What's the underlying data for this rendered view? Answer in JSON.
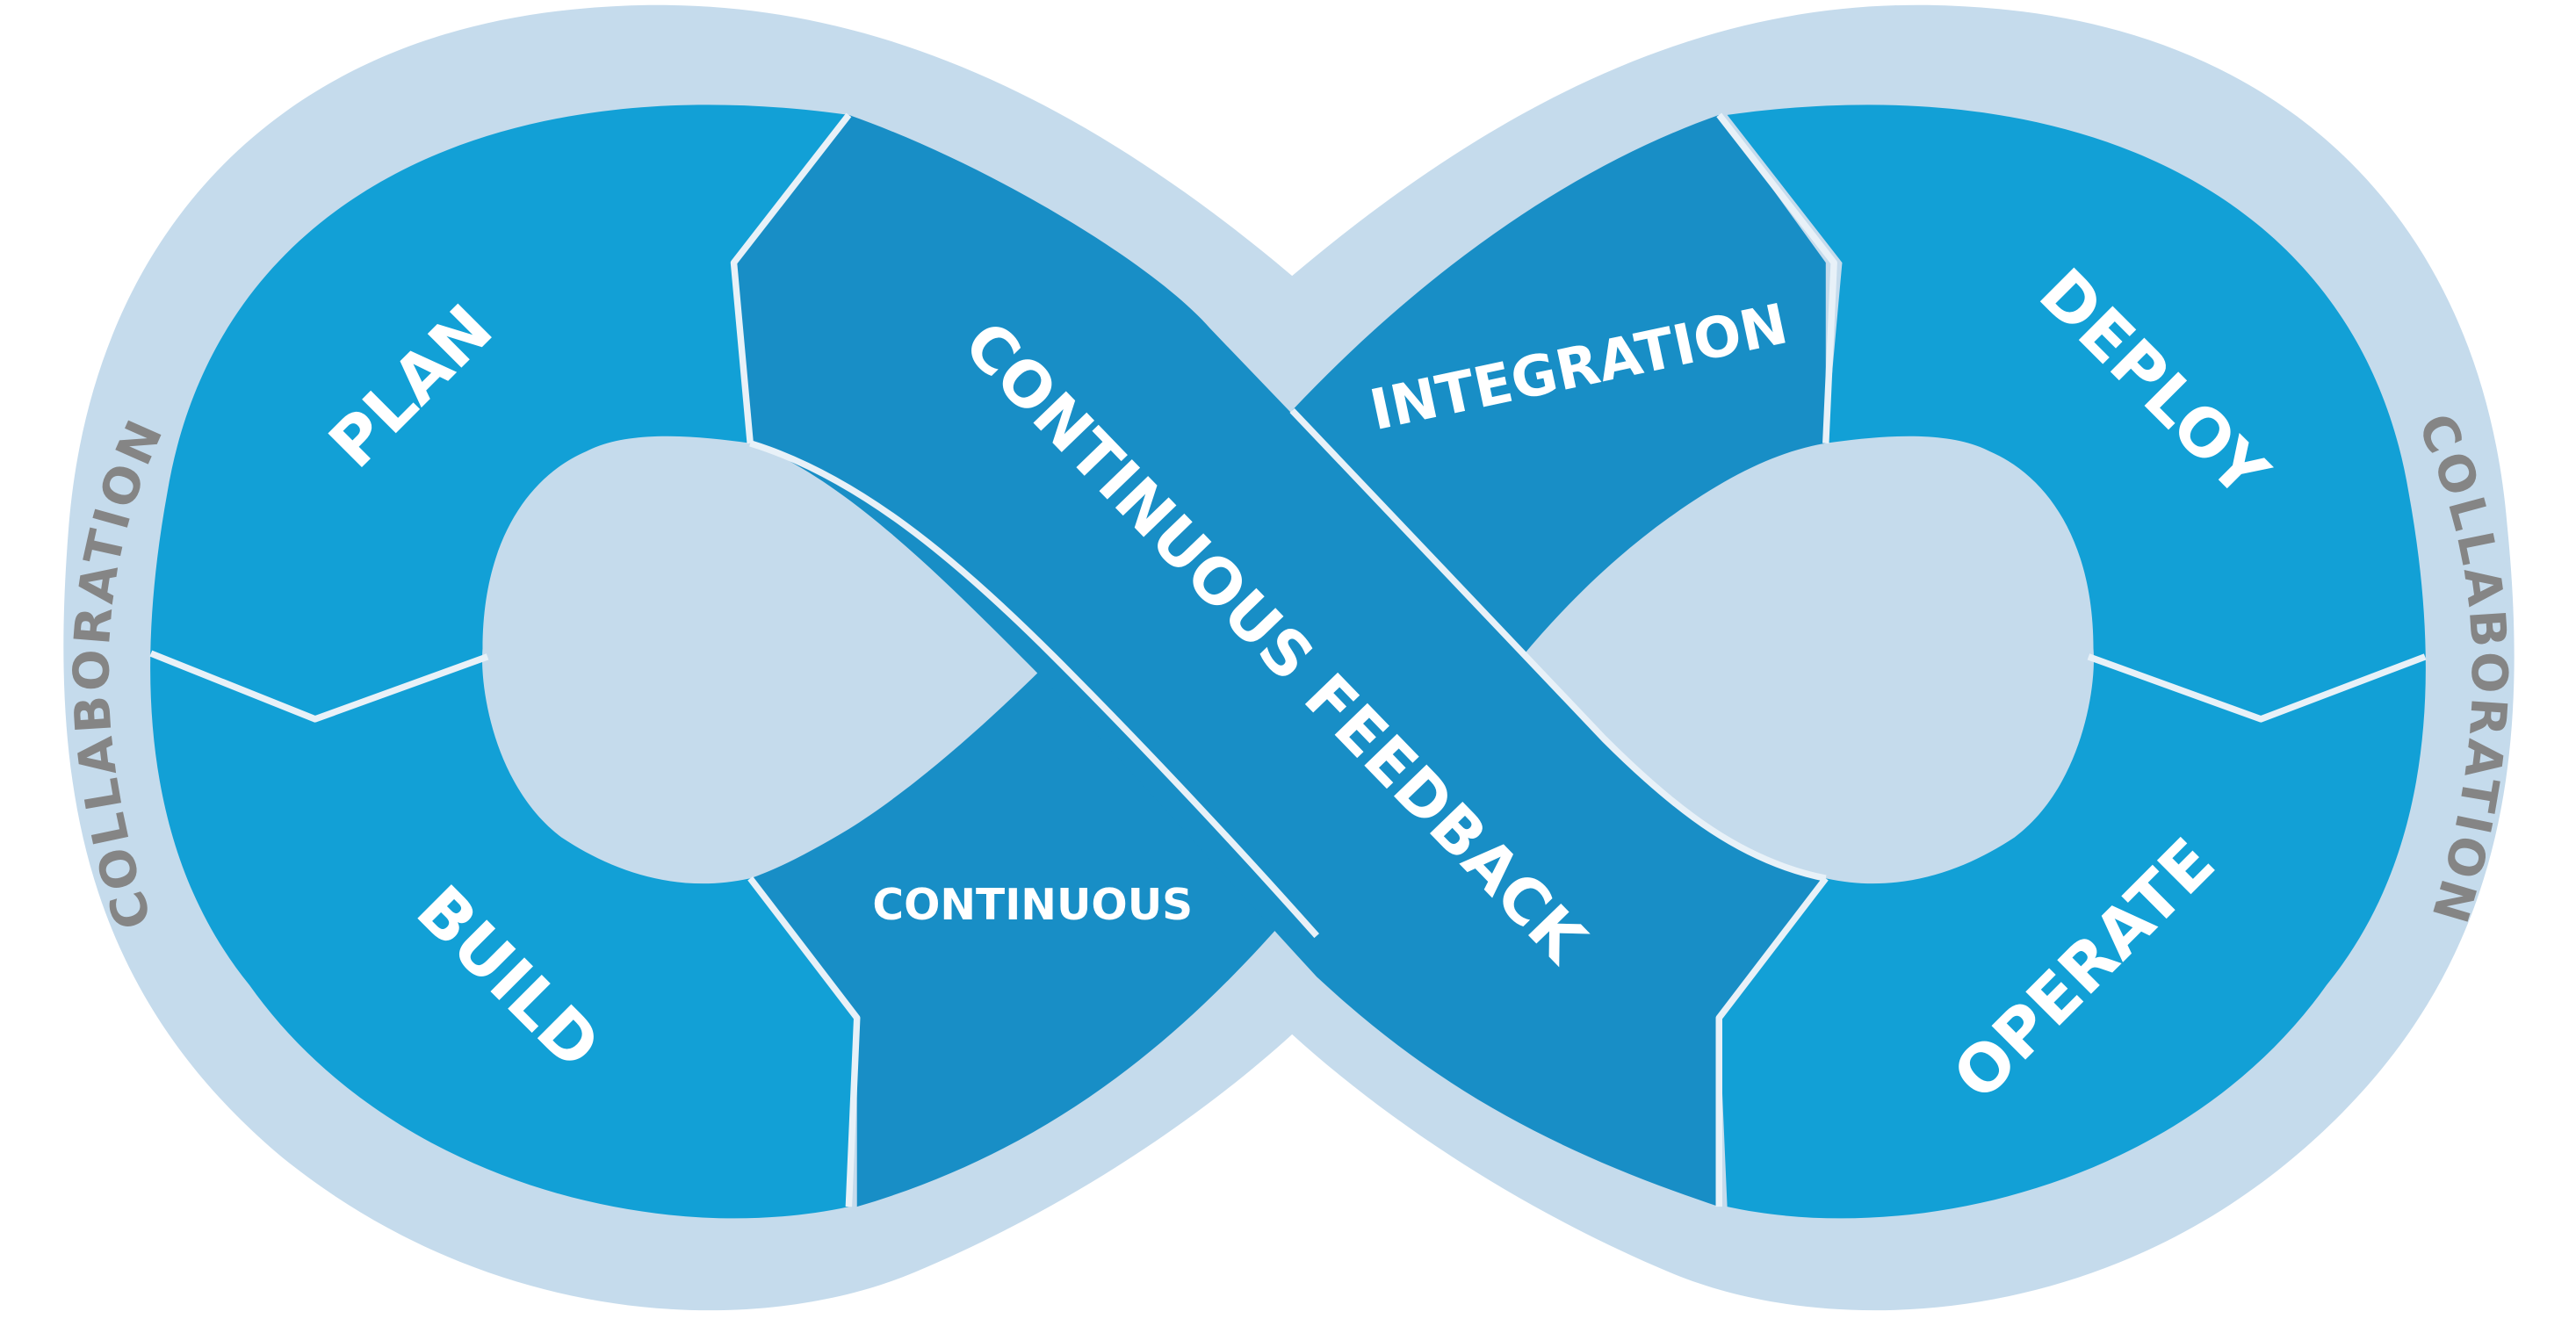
{
  "colors": {
    "halo": "#C5DBEC",
    "ring": "#12A0D6",
    "band": "#188EC6",
    "divider": "#E8F1F8",
    "label": "#FFFFFF",
    "outer_label": "#858585",
    "hole": "#FFFFFF"
  },
  "collaboration_left": "COLLABORATION",
  "collaboration_right": "COLLABORATION",
  "stages": {
    "plan": "PLAN",
    "build": "BUILD",
    "continuous": "CONTINUOUS",
    "feedback": "CONTINUOUS FEEDBACK",
    "integration": "INTEGRATION",
    "deploy": "DEPLOY",
    "operate": "OPERATE"
  }
}
